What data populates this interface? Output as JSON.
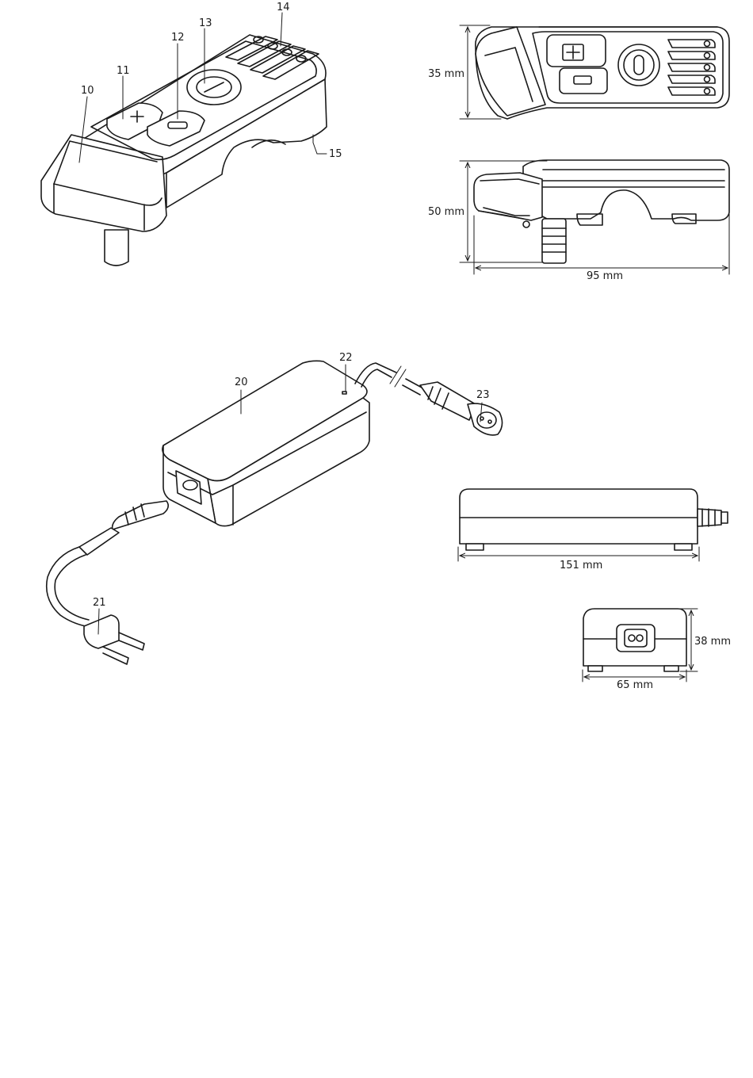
{
  "callouts": {
    "c10": "10",
    "c11": "11",
    "c12": "12",
    "c13": "13",
    "c14": "14",
    "c15": "15",
    "c20": "20",
    "c21": "21",
    "c22": "22",
    "c23": "23"
  },
  "dimensions": {
    "remote_width": "35 mm",
    "remote_height": "50 mm",
    "remote_length": "95 mm",
    "charger_length": "151 mm",
    "charger_height": "38 mm",
    "charger_width": "65 mm"
  }
}
